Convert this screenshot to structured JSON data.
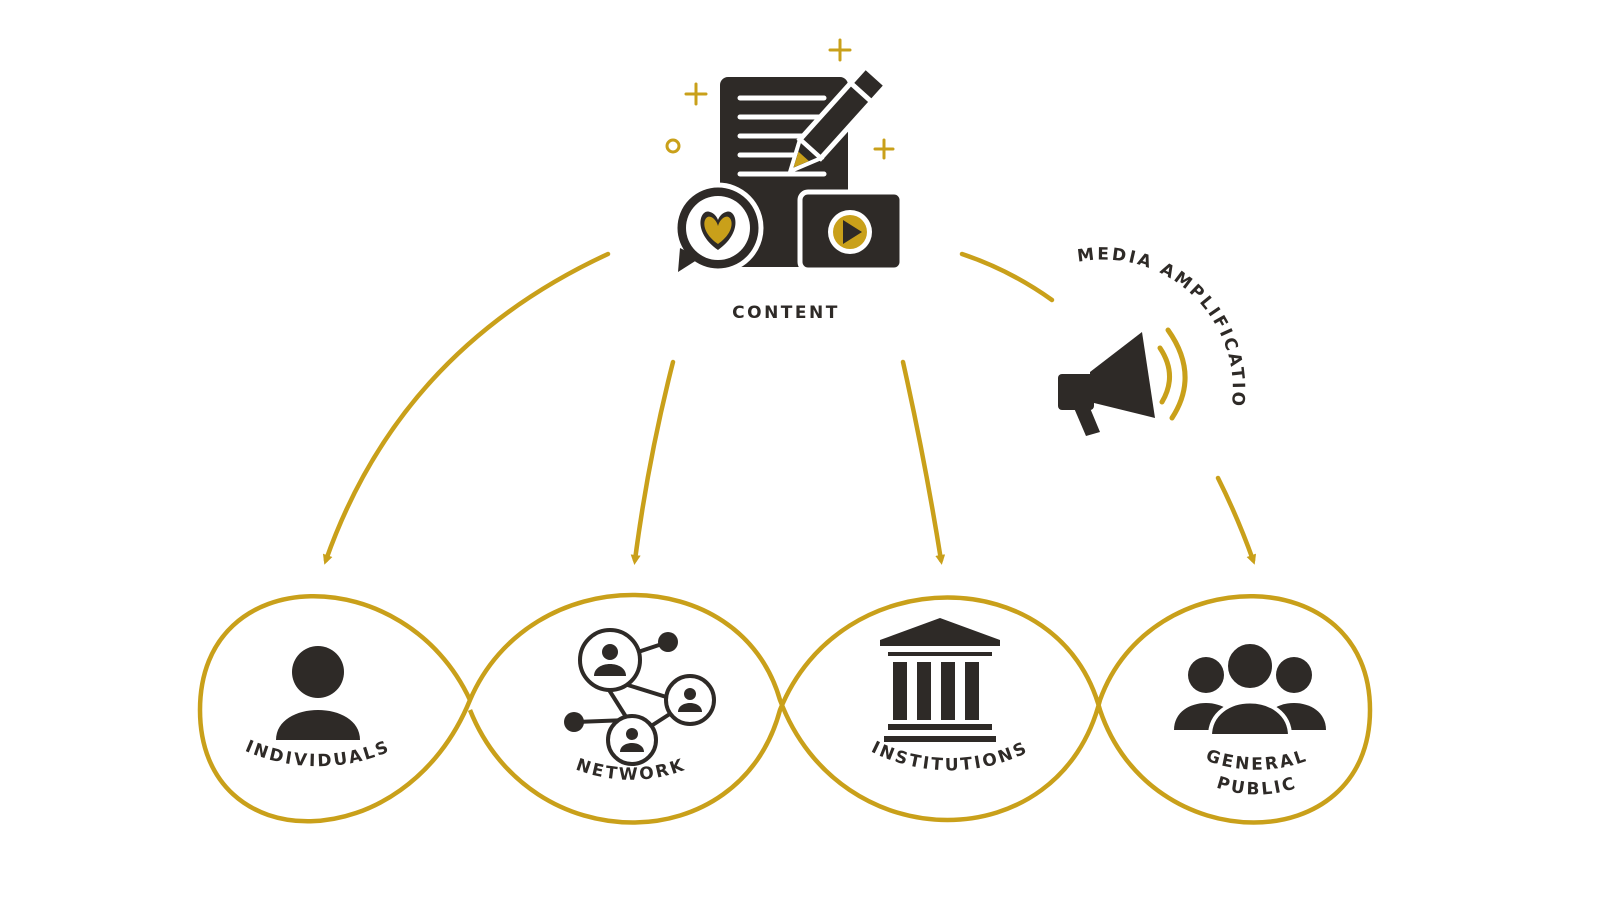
{
  "colors": {
    "gold": "#C9A01A",
    "dark": "#2E2A27",
    "background": "#FFFFFF"
  },
  "source": {
    "label": "CONTENT",
    "icon": "content-document-pencil-icon"
  },
  "amplifier": {
    "label": "MEDIA AMPLIFICATION",
    "icon": "megaphone-icon"
  },
  "audiences": [
    {
      "label": "INDIVIDUALS",
      "icon": "person-icon"
    },
    {
      "label": "NETWORK",
      "icon": "network-icon"
    },
    {
      "label": "INSTITUTIONS",
      "icon": "institution-building-icon"
    },
    {
      "label": "GENERAL",
      "label2": "PUBLIC",
      "icon": "group-people-icon"
    }
  ]
}
